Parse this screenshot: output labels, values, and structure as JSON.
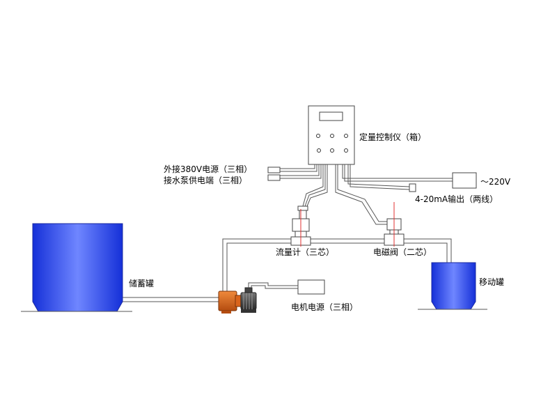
{
  "labels": {
    "controller": "定量控制仪（箱）",
    "power380": "外接380V电源（三相）",
    "pump_supply": "接水泵供电端（三相）",
    "power220": "～220V",
    "output_4_20": "4-20mA输出（两线）",
    "flowmeter": "流量计（三芯）",
    "solenoid_valve": "电磁阀（二芯）",
    "storage_tank": "储蓄罐",
    "mobile_tank": "移动罐",
    "motor_power": "电机电源（三相）"
  },
  "colors": {
    "tank_blue": "#1f3fe0",
    "tank_highlight": "#6f86ff",
    "pump_orange": "#d9641c",
    "motor_dark": "#404040",
    "line": "#444444",
    "indicator_red": "#e03030"
  }
}
